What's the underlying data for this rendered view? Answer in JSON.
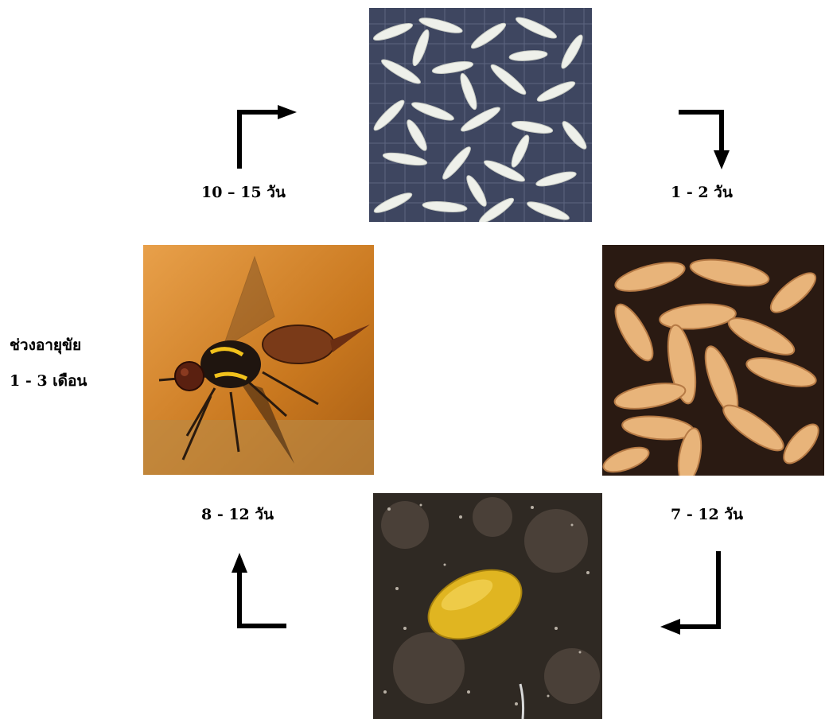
{
  "lifecycle": {
    "stages": [
      {
        "name": "eggs",
        "icon": "rice-like-eggs-photo"
      },
      {
        "name": "larvae",
        "icon": "maggots-photo"
      },
      {
        "name": "pupa",
        "icon": "pupa-in-soil-photo"
      },
      {
        "name": "adult",
        "icon": "fruit-fly-photo"
      }
    ],
    "durations": {
      "egg_to_larva": "1 - 2 วัน",
      "larva_to_pupa": "7 - 12 วัน",
      "pupa_to_adult": "8 - 12 วัน",
      "adult_to_egg": "10 – 15 วัน"
    },
    "lifespan": {
      "line1": "ช่วงอายุขัย",
      "line2": "1 - 3 เดือน"
    }
  }
}
